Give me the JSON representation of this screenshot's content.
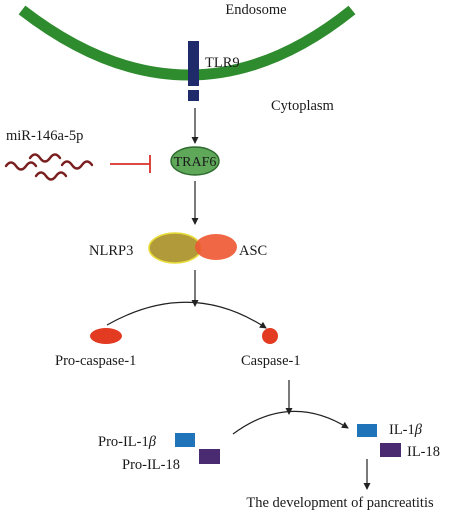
{
  "labels": {
    "endosome": "Endosome",
    "tlr9": "TLR9",
    "cytoplasm": "Cytoplasm",
    "mirna": "miR-146a-5p",
    "traf6": "TRAF6",
    "nlrp3": "NLRP3",
    "asc": "ASC",
    "pro_caspase": "Pro-caspase-1",
    "caspase": "Caspase-1",
    "pro_il1b_prefix": "Pro-IL-1",
    "pro_il18": "Pro-IL-18",
    "il1b_prefix": "IL-1",
    "il18": "IL-18",
    "beta": "β",
    "outcome": "The development of pancreatitis"
  },
  "colors": {
    "membrane": "#2e8b2e",
    "receptor": "#1f2a6b",
    "traf6_fill": "#5fa85a",
    "traf6_stroke": "#2e6b2e",
    "nlrp3_fill": "#b09a3a",
    "nlrp3_stroke": "#e8dc3a",
    "asc_fill": "#ee5a35",
    "caspase_fill": "#e33a22",
    "mirna": "#7a1f1f",
    "inhibit": "#d9302a",
    "il1b_box": "#1f73b8",
    "il18_box": "#4a2a70",
    "arrow": "#222222"
  },
  "icons": {
    "inhibition": "inhibition-bar-icon",
    "mirna": "mirna-wave-icon"
  }
}
